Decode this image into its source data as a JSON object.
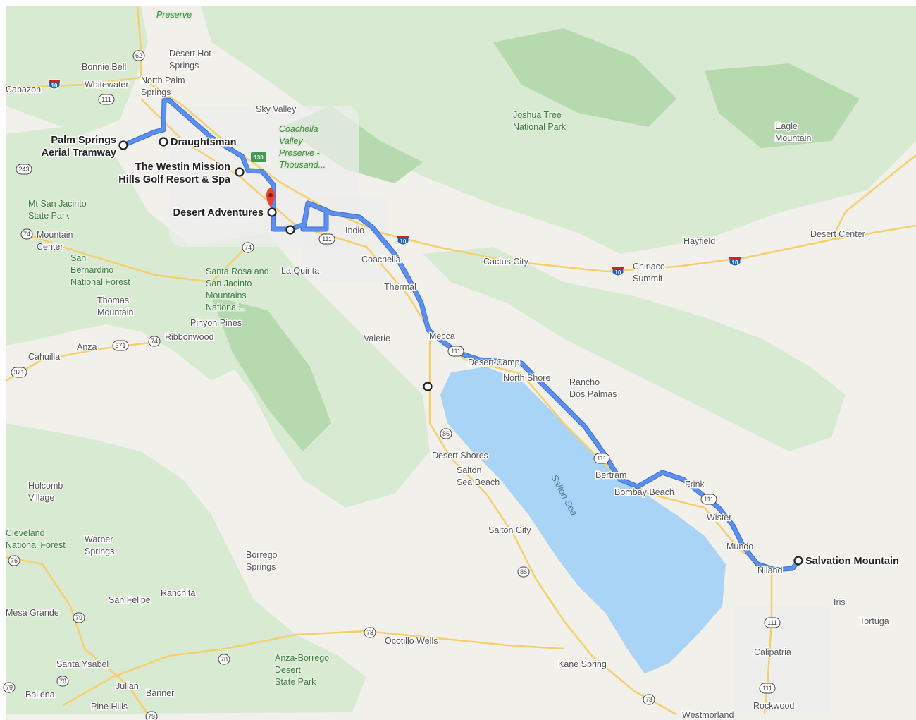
{
  "colors": {
    "desert": "#f2f0ea",
    "park_light": "#d9ead3",
    "park_dark": "#b7d9b0",
    "water": "#a9d4f5",
    "highway": "#f5cf6b",
    "route": "#5b8ff0",
    "route_outline": "#3d6fd9",
    "pin": "#ea4335"
  },
  "waypoints": [
    {
      "label": "Palm Springs",
      "label2": "Aerial Tramway"
    },
    {
      "label": "Draughtsman",
      "label2": ""
    },
    {
      "label": "The Westin Mission",
      "label2": "Hills Golf Resort & Spa"
    },
    {
      "label": "Desert Adventures",
      "label2": ""
    },
    {
      "label": "",
      "label2": ""
    },
    {
      "label": "",
      "label2": ""
    },
    {
      "label": "Salvation Mountain",
      "label2": ""
    }
  ],
  "places": [
    {
      "lines": [
        "Preserve"
      ],
      "style": "italic"
    },
    {
      "lines": [
        "Desert Hot",
        "Springs"
      ],
      "style": "normal"
    },
    {
      "lines": [
        "Bonnie Bell"
      ],
      "style": "normal"
    },
    {
      "lines": [
        "Whitewater"
      ],
      "style": "normal"
    },
    {
      "lines": [
        "North Palm",
        "Springs"
      ],
      "style": "normal"
    },
    {
      "lines": [
        "Cabazon"
      ],
      "style": "normal"
    },
    {
      "lines": [
        "Sky Valley"
      ],
      "style": "normal"
    },
    {
      "lines": [
        "Coachella",
        "Valley",
        "Preserve -",
        "Thousand..."
      ],
      "style": "italic"
    },
    {
      "lines": [
        "Joshua Tree",
        "National Park"
      ],
      "style": "park"
    },
    {
      "lines": [
        "Eagle",
        "Mountain"
      ],
      "style": "normal"
    },
    {
      "lines": [
        "Mt San Jacinto",
        "State Park"
      ],
      "style": "park"
    },
    {
      "lines": [
        "Mountain",
        "Center"
      ],
      "style": "normal"
    },
    {
      "lines": [
        "San",
        "Bernardino",
        "National Forest"
      ],
      "style": "park"
    },
    {
      "lines": [
        "Thomas",
        "Mountain"
      ],
      "style": "normal"
    },
    {
      "lines": [
        "Santa Rosa and",
        "San Jacinto",
        "Mountains",
        "National..."
      ],
      "style": "park"
    },
    {
      "lines": [
        "La Quinta"
      ],
      "style": "normal"
    },
    {
      "lines": [
        "Indio"
      ],
      "style": "big"
    },
    {
      "lines": [
        "Coachella"
      ],
      "style": "normal"
    },
    {
      "lines": [
        "Thermal"
      ],
      "style": "normal"
    },
    {
      "lines": [
        "Cactus City"
      ],
      "style": "normal"
    },
    {
      "lines": [
        "Hayfield"
      ],
      "style": "normal"
    },
    {
      "lines": [
        "Desert Center"
      ],
      "style": "normal"
    },
    {
      "lines": [
        "Chiriaco",
        "Summit"
      ],
      "style": "normal"
    },
    {
      "lines": [
        "Pinyon Pines"
      ],
      "style": "normal"
    },
    {
      "lines": [
        "Ribbonwood"
      ],
      "style": "normal"
    },
    {
      "lines": [
        "Anza"
      ],
      "style": "normal"
    },
    {
      "lines": [
        "Cahuilla"
      ],
      "style": "normal"
    },
    {
      "lines": [
        "Valerie"
      ],
      "style": "normal"
    },
    {
      "lines": [
        "Mecca"
      ],
      "style": "normal"
    },
    {
      "lines": [
        "Desert Camp"
      ],
      "style": "normal"
    },
    {
      "lines": [
        "North Shore"
      ],
      "style": "normal"
    },
    {
      "lines": [
        "Rancho",
        "Dos Palmas"
      ],
      "style": "normal"
    },
    {
      "lines": [
        "Desert Shores"
      ],
      "style": "normal"
    },
    {
      "lines": [
        "Salton",
        "Sea Beach"
      ],
      "style": "normal"
    },
    {
      "lines": [
        "Bertram"
      ],
      "style": "normal"
    },
    {
      "lines": [
        "Bombay Beach"
      ],
      "style": "normal"
    },
    {
      "lines": [
        "Frink"
      ],
      "style": "normal"
    },
    {
      "lines": [
        "Wister"
      ],
      "style": "normal"
    },
    {
      "lines": [
        "Mundo"
      ],
      "style": "normal"
    },
    {
      "lines": [
        "Niland"
      ],
      "style": "normal"
    },
    {
      "lines": [
        "Salton City"
      ],
      "style": "normal"
    },
    {
      "lines": [
        "Holcomb",
        "Village"
      ],
      "style": "normal"
    },
    {
      "lines": [
        "Warner",
        "Springs"
      ],
      "style": "normal"
    },
    {
      "lines": [
        "Cleveland",
        "National Forest"
      ],
      "style": "park"
    },
    {
      "lines": [
        "Borrego",
        "Springs"
      ],
      "style": "normal"
    },
    {
      "lines": [
        "Ranchita"
      ],
      "style": "normal"
    },
    {
      "lines": [
        "San Felipe"
      ],
      "style": "normal"
    },
    {
      "lines": [
        "Mesa Grande"
      ],
      "style": "normal"
    },
    {
      "lines": [
        "Santa Ysabel"
      ],
      "style": "normal"
    },
    {
      "lines": [
        "Julian"
      ],
      "style": "normal"
    },
    {
      "lines": [
        "Banner"
      ],
      "style": "normal"
    },
    {
      "lines": [
        "Ballena"
      ],
      "style": "normal"
    },
    {
      "lines": [
        "Pine Hills"
      ],
      "style": "normal"
    },
    {
      "lines": [
        "Anza-Borrego",
        "Desert",
        "State Park"
      ],
      "style": "park"
    },
    {
      "lines": [
        "Ocotillo Wells"
      ],
      "style": "normal"
    },
    {
      "lines": [
        "Kane Spring"
      ],
      "style": "normal"
    },
    {
      "lines": [
        "Westmorland"
      ],
      "style": "normal"
    },
    {
      "lines": [
        "Calipatria"
      ],
      "style": "normal"
    },
    {
      "lines": [
        "Rockwood"
      ],
      "style": "normal"
    },
    {
      "lines": [
        "Iris"
      ],
      "style": "normal"
    },
    {
      "lines": [
        "Tortuga"
      ],
      "style": "normal"
    },
    {
      "lines": [
        "Salton Sea"
      ],
      "style": "water"
    }
  ],
  "shields": [
    {
      "num": "62",
      "kind": "state"
    },
    {
      "num": "10",
      "kind": "interstate"
    },
    {
      "num": "111",
      "kind": "state"
    },
    {
      "num": "243",
      "kind": "state"
    },
    {
      "num": "130",
      "kind": "green"
    },
    {
      "num": "74",
      "kind": "state"
    },
    {
      "num": "74",
      "kind": "state"
    },
    {
      "num": "111",
      "kind": "state"
    },
    {
      "num": "10",
      "kind": "interstate"
    },
    {
      "num": "10",
      "kind": "interstate"
    },
    {
      "num": "10",
      "kind": "interstate"
    },
    {
      "num": "371",
      "kind": "state"
    },
    {
      "num": "74",
      "kind": "state"
    },
    {
      "num": "371",
      "kind": "state"
    },
    {
      "num": "111",
      "kind": "state"
    },
    {
      "num": "86",
      "kind": "state"
    },
    {
      "num": "111",
      "kind": "state"
    },
    {
      "num": "111",
      "kind": "state"
    },
    {
      "num": "86",
      "kind": "state"
    },
    {
      "num": "76",
      "kind": "state"
    },
    {
      "num": "79",
      "kind": "state"
    },
    {
      "num": "78",
      "kind": "state"
    },
    {
      "num": "78",
      "kind": "state"
    },
    {
      "num": "78",
      "kind": "state"
    },
    {
      "num": "79",
      "kind": "state"
    },
    {
      "num": "79",
      "kind": "state"
    },
    {
      "num": "78",
      "kind": "state"
    },
    {
      "num": "111",
      "kind": "state"
    },
    {
      "num": "111",
      "kind": "state"
    }
  ]
}
